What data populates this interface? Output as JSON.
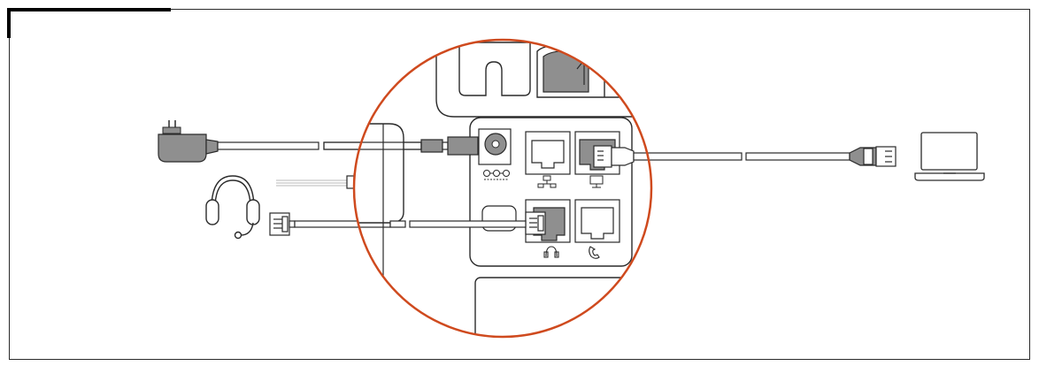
{
  "diagram": {
    "components": [
      {
        "id": "power-adapter",
        "icon": "power-plug-icon"
      },
      {
        "id": "headset",
        "icon": "headset-icon"
      },
      {
        "id": "phone-base",
        "icon": "phone-base-icon"
      },
      {
        "id": "laptop",
        "icon": "laptop-icon"
      }
    ],
    "ports": [
      {
        "id": "dc-power-port",
        "icon": "dc-power-symbol-icon"
      },
      {
        "id": "network-port",
        "icon": "network-icon"
      },
      {
        "id": "pc-port",
        "icon": "monitor-icon"
      },
      {
        "id": "headset-port",
        "icon": "headset-icon"
      },
      {
        "id": "handset-port",
        "icon": "handset-icon"
      }
    ],
    "connections": [
      {
        "from": "power-adapter",
        "to": "dc-power-port"
      },
      {
        "from": "headset",
        "to": "headset-port"
      },
      {
        "from": "laptop",
        "to": "pc-port"
      }
    ],
    "colors": {
      "highlight_circle": "#cf4a1e",
      "stroke": "#2a2a2a",
      "connector_fill": "#8f8f8f",
      "background": "#ffffff"
    }
  }
}
